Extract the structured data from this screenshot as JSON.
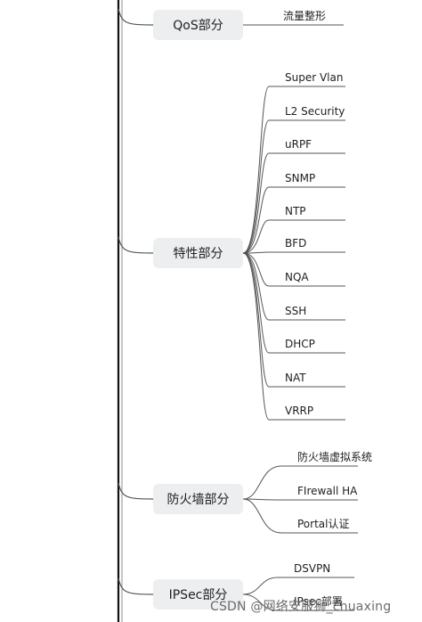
{
  "mindmap": {
    "branches": [
      {
        "label": "QoS部分",
        "children": [
          "流量整形"
        ]
      },
      {
        "label": "特性部分",
        "children": [
          "Super Vlan",
          "L2 Security",
          "uRPF",
          "SNMP",
          "NTP",
          "BFD",
          "NQA",
          "SSH",
          "DHCP",
          "NAT",
          "VRRP"
        ]
      },
      {
        "label": "防火墙部分",
        "children": [
          "防火墙虚拟系统",
          "FIrewall HA",
          "Portal认证"
        ]
      },
      {
        "label": "IPSec部分",
        "children": [
          "DSVPN",
          "IPsec部署"
        ]
      }
    ]
  },
  "watermark": {
    "text": "CSDN @网络安服狮_chuaxing"
  }
}
